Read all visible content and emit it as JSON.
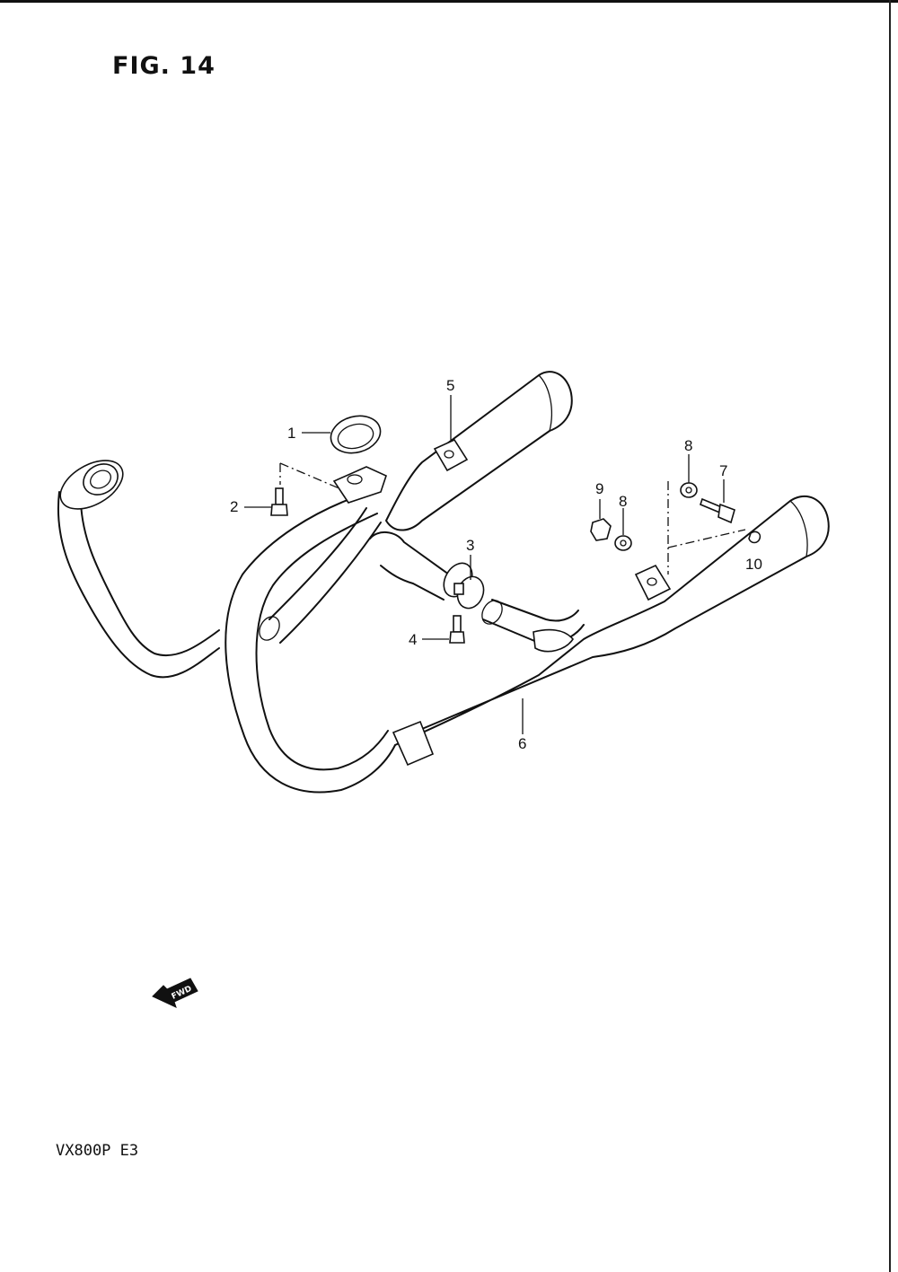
{
  "figure": {
    "title": "FIG. 14",
    "model_code": "VX800P  E3",
    "fwd_label": "FWD"
  },
  "parts": [
    {
      "number": "1",
      "icon": "gasket-ring-icon"
    },
    {
      "number": "2",
      "icon": "flange-bolt-icon"
    },
    {
      "number": "3",
      "icon": "pipe-clamp-icon"
    },
    {
      "number": "4",
      "icon": "clamp-bolt-icon"
    },
    {
      "number": "5",
      "icon": "front-muffler-assembly-icon"
    },
    {
      "number": "6",
      "icon": "rear-muffler-assembly-icon"
    },
    {
      "number": "7",
      "icon": "muffler-mounting-bolt-icon"
    },
    {
      "number": "8",
      "icon": "washer-icon"
    },
    {
      "number": "8",
      "icon": "washer-icon"
    },
    {
      "number": "9",
      "icon": "nut-icon"
    },
    {
      "number": "10",
      "icon": "cap-icon"
    }
  ]
}
